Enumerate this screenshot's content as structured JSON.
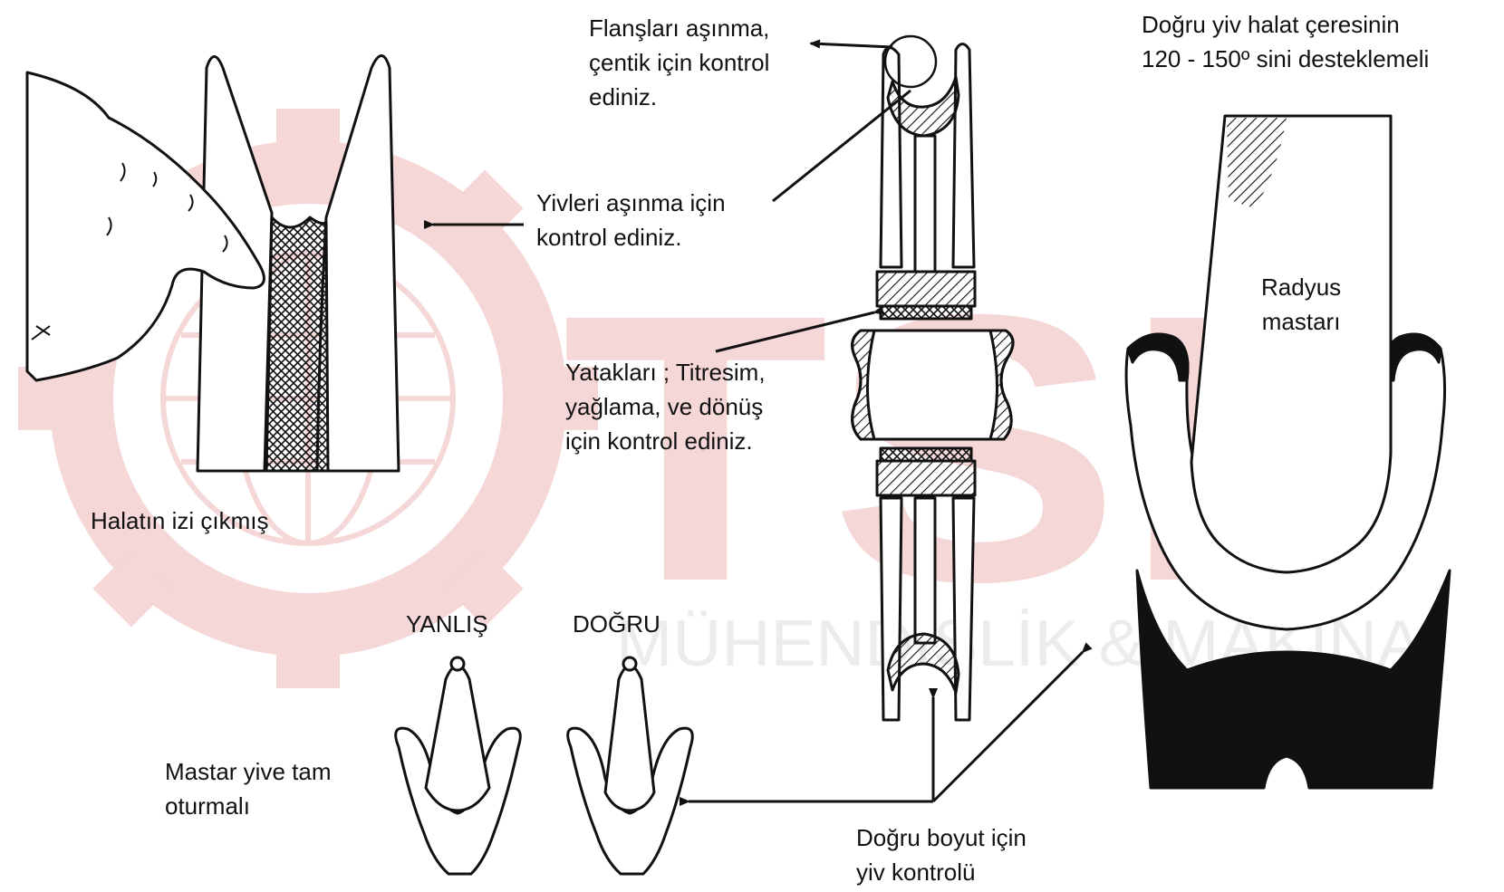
{
  "colors": {
    "ink": "#111111",
    "paper": "#ffffff",
    "watermark": "#e9a7a7",
    "watermark_gray": "#d7d7d7"
  },
  "watermark": {
    "brand": "TSE",
    "subtitle": "MÜHENDİSLİK & MAKİNA"
  },
  "labels": {
    "flanges": [
      "Flanşları aşınma,",
      "çentik için kontrol",
      "ediniz."
    ],
    "grooves": [
      "Yivleri aşınma için",
      "kontrol ediniz."
    ],
    "bearings": [
      "Yatakları ; Titresim,",
      "yağlama, ve dönüş",
      "için kontrol ediniz."
    ],
    "rope_mark": "Halatın izi çıkmış",
    "wrong": "YANLIŞ",
    "right": "DOĞRU",
    "gauge_fit": [
      "Mastar yive tam",
      "oturmalı"
    ],
    "size_check": [
      "Doğru boyut için",
      "yiv kontrolü"
    ],
    "support": [
      "Doğru yiv halat çeresinin",
      "120 - 150º sini desteklemeli"
    ],
    "radius": [
      "Radyus",
      "mastarı"
    ]
  }
}
